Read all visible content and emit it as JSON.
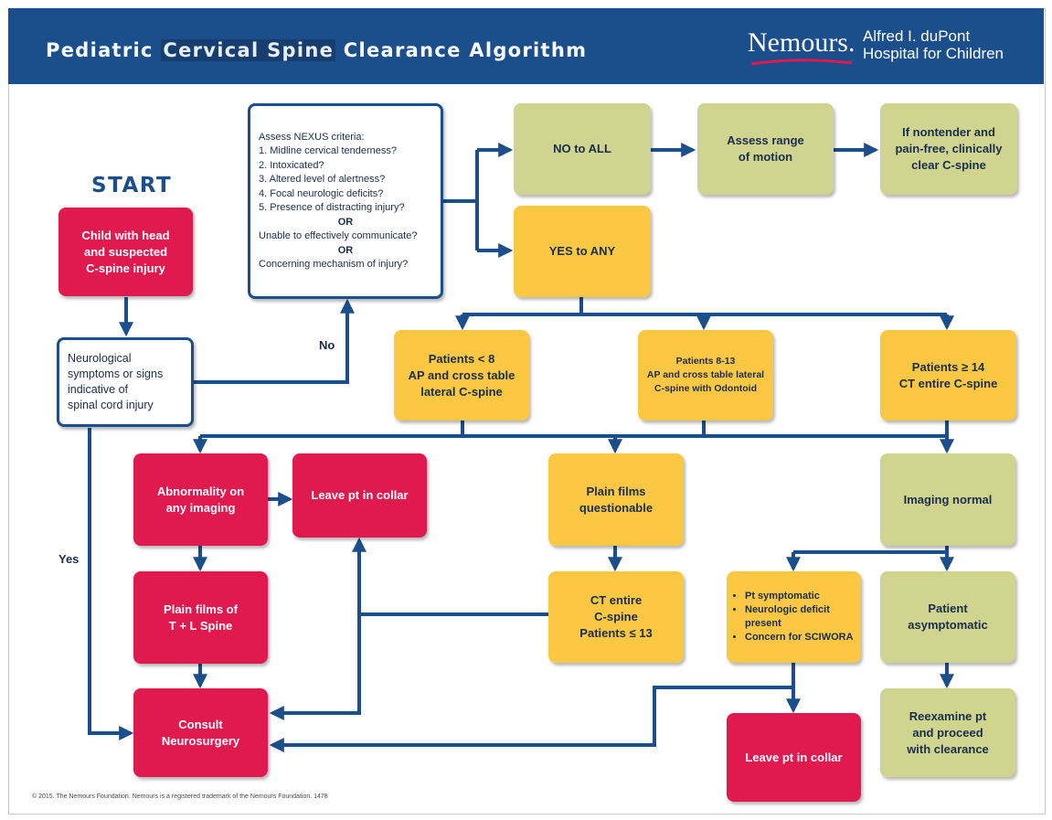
{
  "header": {
    "title_pre": "Pediatric ",
    "title_hl": "Cervical Spine",
    "title_post": " Clearance Algorithm",
    "logo": "Nemours.",
    "hospital_line1": "Alfred I. duPont",
    "hospital_line2": "Hospital for Children"
  },
  "start_label": "START",
  "edge_labels": {
    "no": "No",
    "yes": "Yes"
  },
  "nodes": {
    "child": [
      "Child with head",
      "and suspected",
      "C-spine injury"
    ],
    "neuro": [
      "Neurological",
      "symptoms or signs",
      "indicative of",
      "spinal cord injury"
    ],
    "nexus": {
      "heading": "Assess NEXUS criteria:",
      "items": [
        "1.  Midline cervical tenderness?",
        "2.  Intoxicated?",
        "3.  Altered level of alertness?",
        "4.  Focal neurologic deficits?",
        "5.  Presence of distracting injury?"
      ],
      "or1": "OR",
      "alt1": "Unable  to effectively communicate?",
      "or2": "OR",
      "alt2": "Concerning mechanism of injury?"
    },
    "no_all": [
      "NO to ALL"
    ],
    "assess_rom": [
      "Assess range",
      "of motion"
    ],
    "clear": [
      "If nontender and",
      "pain-free, clinically",
      "clear C-spine"
    ],
    "yes_any": [
      "YES to ANY"
    ],
    "under8": [
      "Patients < 8",
      "AP and cross table",
      "lateral C-spine"
    ],
    "age8_13": [
      "Patients 8-13",
      "AP and cross table lateral",
      "C-spine with Odontoid"
    ],
    "age14": [
      "Patients ≥ 14",
      "CT entire C-spine"
    ],
    "abnormal": [
      "Abnormality on",
      "any imaging"
    ],
    "collar1": [
      "Leave pt in collar"
    ],
    "plain_q": [
      "Plain films",
      "questionable"
    ],
    "img_normal": [
      "Imaging normal"
    ],
    "plain_tl": [
      "Plain films of",
      "T + L Spine"
    ],
    "ct_entire": [
      "CT entire",
      "C-spine",
      "Patients ≤ 13"
    ],
    "symptomatic": [
      "Pt symptomatic",
      "Neurologic deficit present",
      "Concern for SCIWORA"
    ],
    "asymptomatic": [
      "Patient",
      "asymptomatic"
    ],
    "consult": [
      "Consult",
      "Neurosurgery"
    ],
    "collar2": [
      "Leave pt in collar"
    ],
    "reexamine": [
      "Reexamine pt",
      "and proceed",
      "with clearance"
    ]
  },
  "colors": {
    "header_blue": "#1b4f8c",
    "red": "#e0194e",
    "yellow": "#fcc843",
    "green": "#cfd48e",
    "line": "#1b4f8c"
  },
  "footer": {
    "copyright": "© 2015. The Nemours Foundation. Nemours is a registered trademark of the Nemours Foundation. 1478"
  }
}
